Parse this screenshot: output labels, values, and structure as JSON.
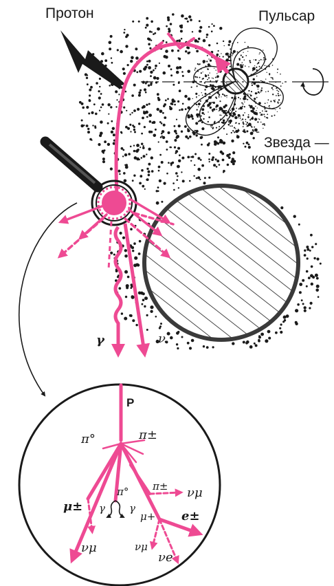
{
  "labels": {
    "proton": "Протон",
    "pulsar": "Пульсар",
    "companion_line1": "Звезда —",
    "companion_line2": "компаньон",
    "gamma_top": "γ",
    "nu_top": "ν",
    "p": "P",
    "pi0_left": "π°",
    "pipm_right": "π±",
    "pipm_mid": "π±",
    "pi0_mid": "π°",
    "gamma_l": "γ",
    "gamma_r": "γ",
    "mu_pm": "μ±",
    "mu_plus": "μ+",
    "nu_mu_right": "νμ",
    "e_pm": "e±",
    "nu_mu_bottom_left": "νμ",
    "nu_mu_bottom_mid": "νμ",
    "nu_e": "νe"
  },
  "colors": {
    "pink": "#ee4a93",
    "ink": "#1a1a1a",
    "background": "#ffffff"
  }
}
